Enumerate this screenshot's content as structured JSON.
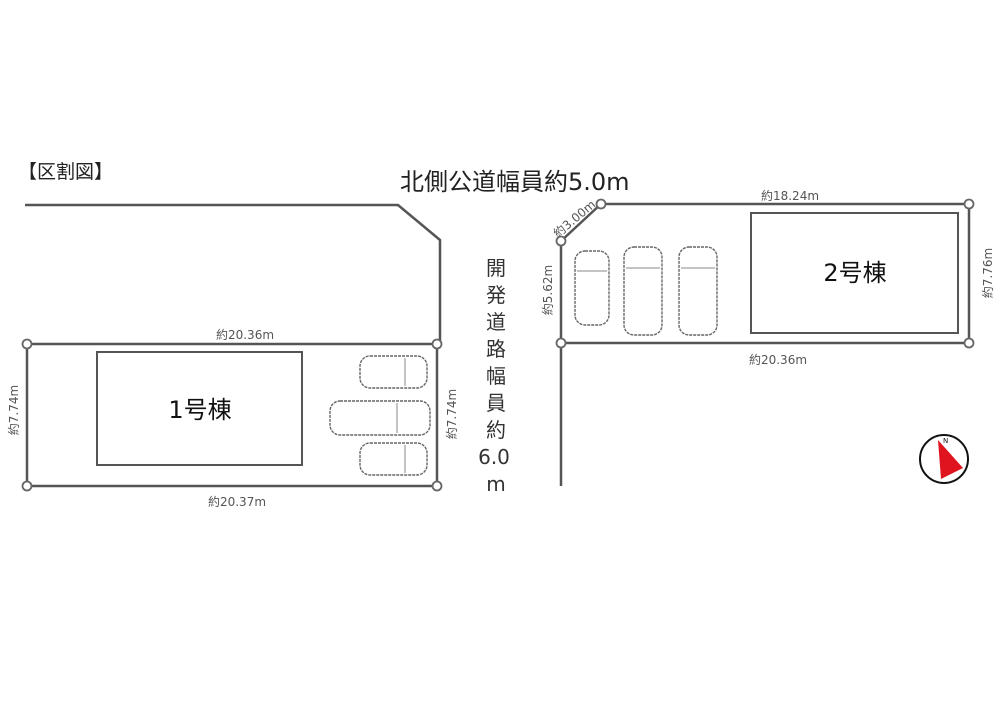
{
  "title": "【区割図】",
  "north_road_label": "北側公道幅員約5.0m",
  "dev_road_label_chars": [
    "開",
    "発",
    "道",
    "路",
    "幅",
    "員",
    "約",
    "6.0",
    "m"
  ],
  "lot1": {
    "name": "1号棟",
    "top": "約20.36m",
    "bottom": "約20.37m",
    "left": "約7.74m",
    "right": "約7.74m",
    "parking_spaces": 3
  },
  "lot2": {
    "name": "2号棟",
    "top": "約18.24m",
    "corner": "約3.00m",
    "left": "約5.62m",
    "right": "約7.76m",
    "bottom": "約20.36m",
    "parking_spaces": 3
  },
  "compass": {
    "icon": "north-arrow-icon",
    "label": "N",
    "color": "#e0141e"
  }
}
